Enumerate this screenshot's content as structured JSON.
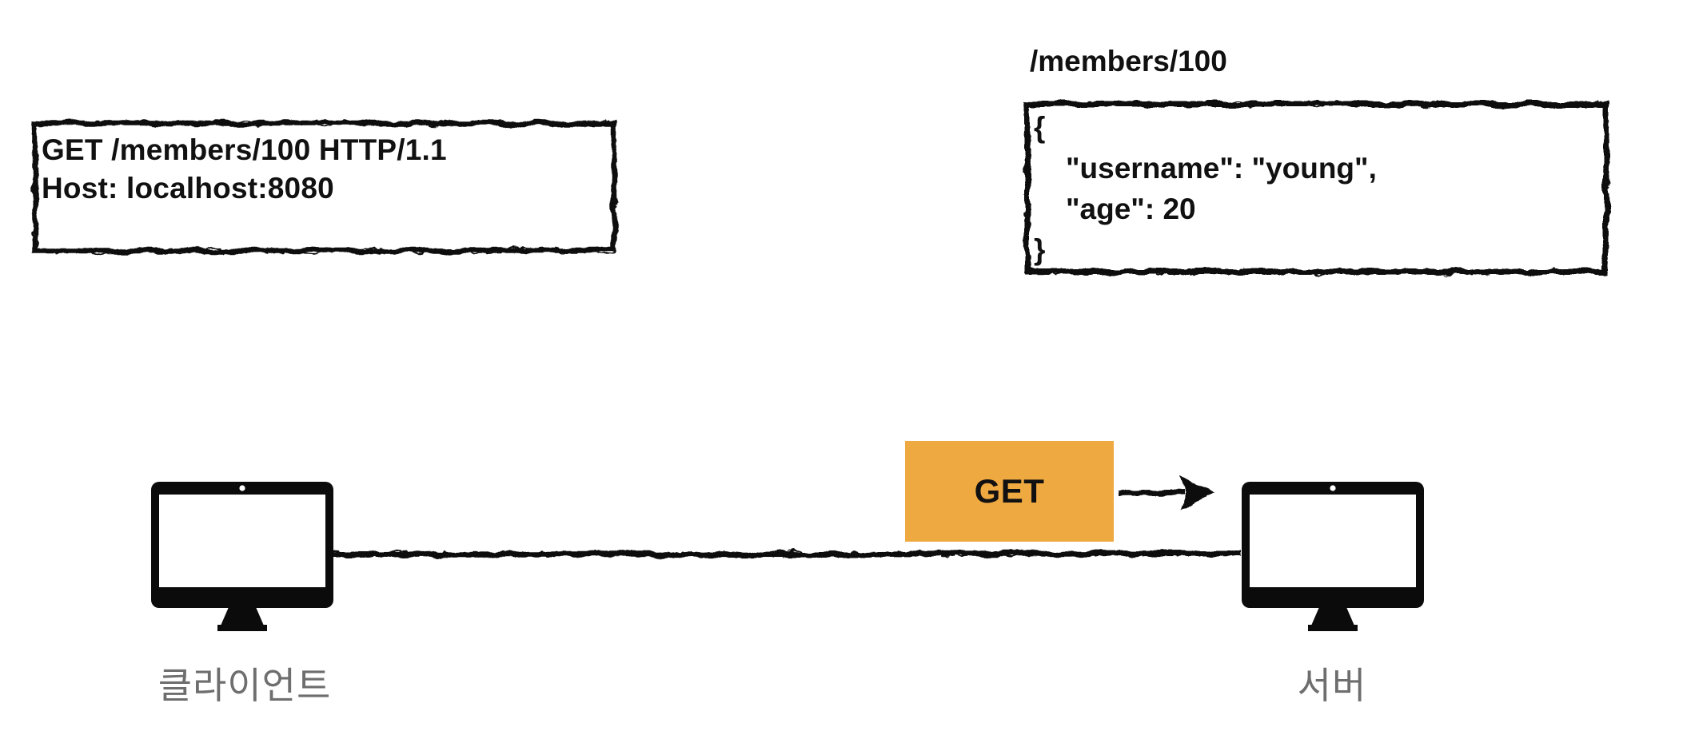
{
  "colors": {
    "ink": "#111111",
    "get_badge_bg": "#efa941",
    "device_label": "#6e6e6e"
  },
  "request_box": {
    "line1": "GET /members/100 HTTP/1.1",
    "line2": "Host: localhost:8080"
  },
  "response_box": {
    "path_label": "/members/100",
    "json_open": "{",
    "json_field1": "\"username\": \"young\",",
    "json_field2": "\"age\": 20",
    "json_close": "}"
  },
  "message_flow": {
    "method": "GET"
  },
  "devices": {
    "client_label": "클라이언트",
    "server_label": "서버"
  }
}
